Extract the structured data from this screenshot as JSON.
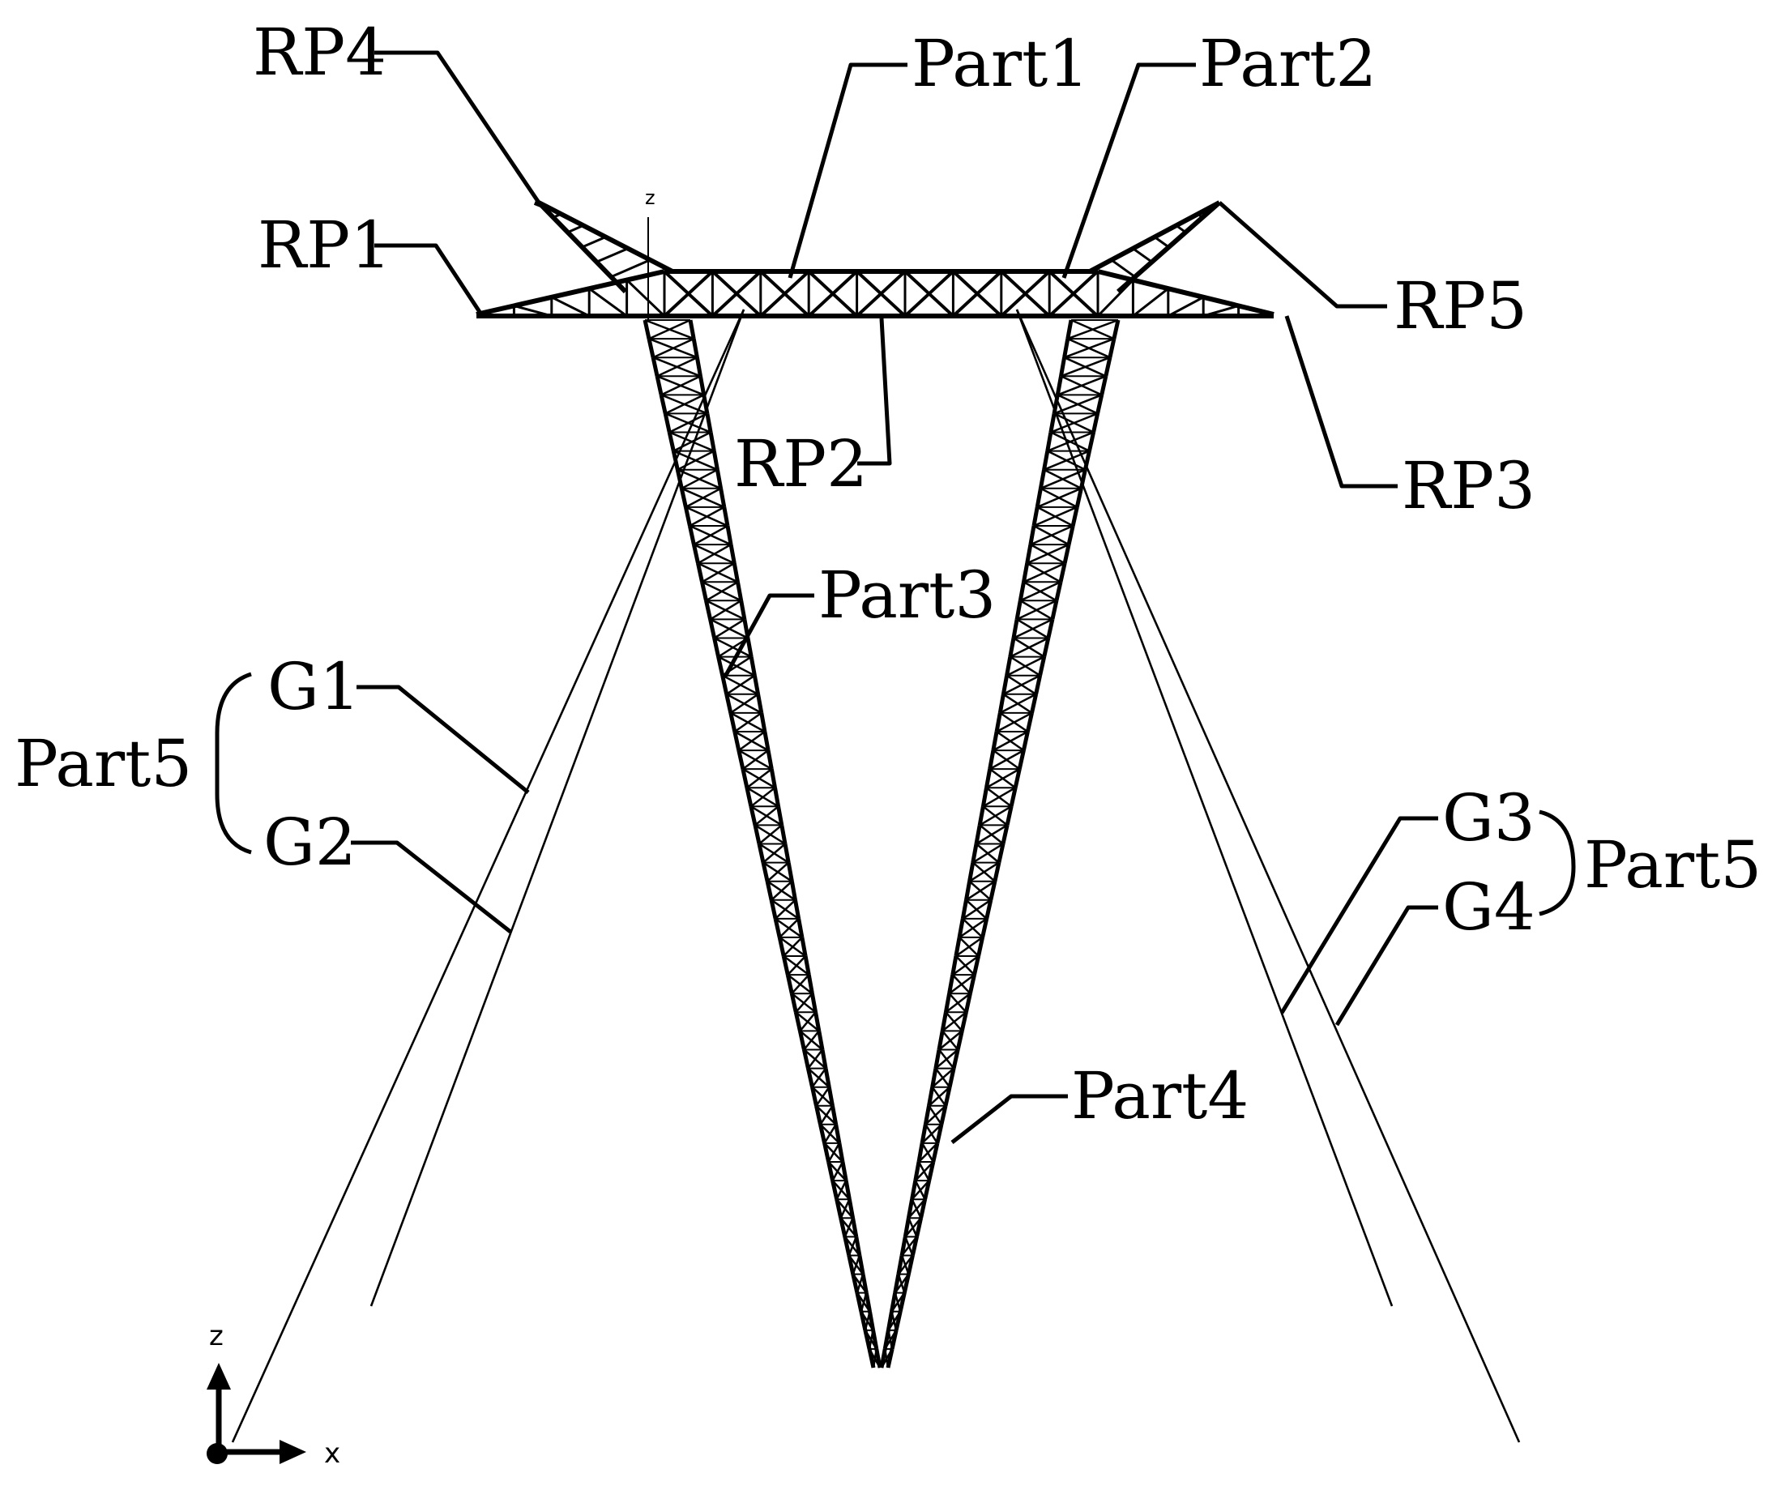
{
  "labels": {
    "rp4": "RP4",
    "rp1": "RP1",
    "part1": "Part1",
    "part2": "Part2",
    "rp5": "RP5",
    "rp2": "RP2",
    "rp3": "RP3",
    "part3": "Part3",
    "g1": "G1",
    "g2": "G2",
    "part5_left": "Part5",
    "g3": "G3",
    "g4": "G4",
    "part5_right": "Part5",
    "part4": "Part4"
  },
  "axes": {
    "z": "z",
    "x": "x",
    "z_local": "z"
  }
}
